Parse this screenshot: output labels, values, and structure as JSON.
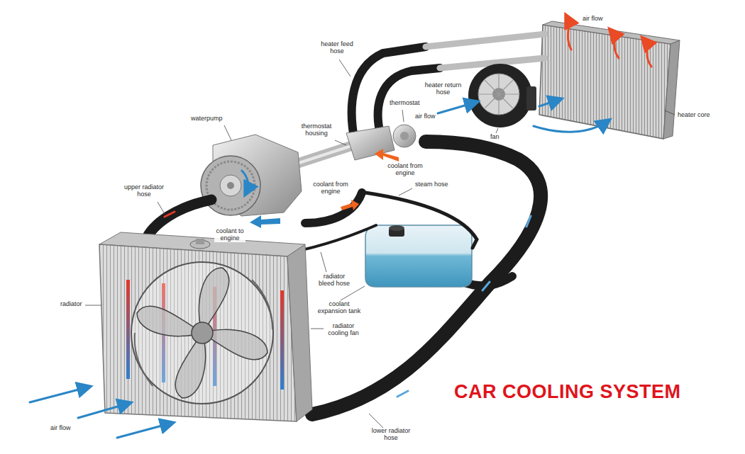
{
  "diagram": {
    "title": "CAR COOLING SYSTEM",
    "labels": [
      "air flow",
      "heater feed hose",
      "heater return hose",
      "thermostat",
      "air flow",
      "heater core",
      "fan",
      "waterpump",
      "thermostat housing",
      "coolant from engine",
      "upper radiator hose",
      "coolant from engine",
      "steam hose",
      "coolant to engine",
      "radiator",
      "radiator bleed hose",
      "coolant expansion tank",
      "radiator cooling fan",
      "air flow",
      "lower radiator hose"
    ]
  }
}
